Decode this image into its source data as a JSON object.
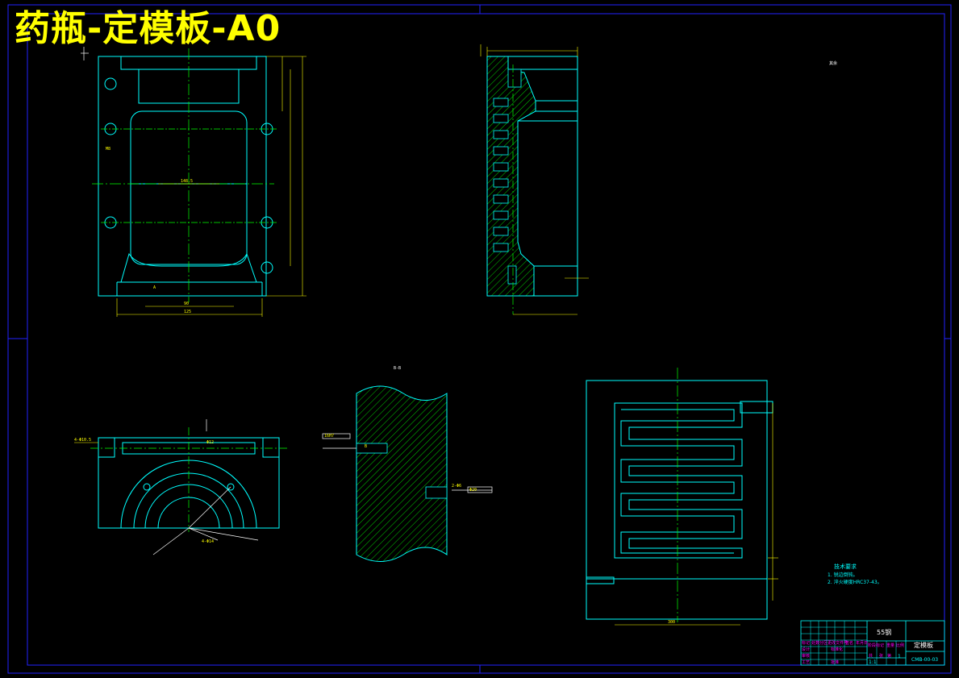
{
  "drawing": {
    "title": "药瓶-定模板-A0",
    "section_label": "B-B",
    "roughness_note": "其余",
    "detail_labels": [
      "A",
      "B"
    ],
    "dimension_texts": [
      "4-Φ10.5",
      "2-Φ6",
      "16H7",
      "Φ20",
      "Φ12",
      "M8",
      "4-Φ14",
      "148.5",
      "90",
      "125",
      "300"
    ]
  },
  "technical_requirements": {
    "heading": "技术要求",
    "items": [
      "1. 锐边倒钝。",
      "2. 淬火硬度HRC37-43。"
    ]
  },
  "title_block": {
    "material": "55钢",
    "part_name": "定模板",
    "drawing_no": "CMB-00-03",
    "scale": "1:1",
    "sheet": "1",
    "labels": [
      "标记",
      "处数",
      "分区",
      "更改文件号",
      "签名",
      "年月日",
      "设计",
      "标准化",
      "阶段标记",
      "重量",
      "比例",
      "审核",
      "工艺",
      "批准",
      "共",
      "张",
      "第"
    ]
  },
  "colors": {
    "background": "#000000",
    "frame": "#2222ff",
    "outline": "#00ffff",
    "centerline": "#00ff00",
    "dimension": "#ffff00",
    "title_text": "#ffff00",
    "hatch_fill": "#00ff00"
  }
}
